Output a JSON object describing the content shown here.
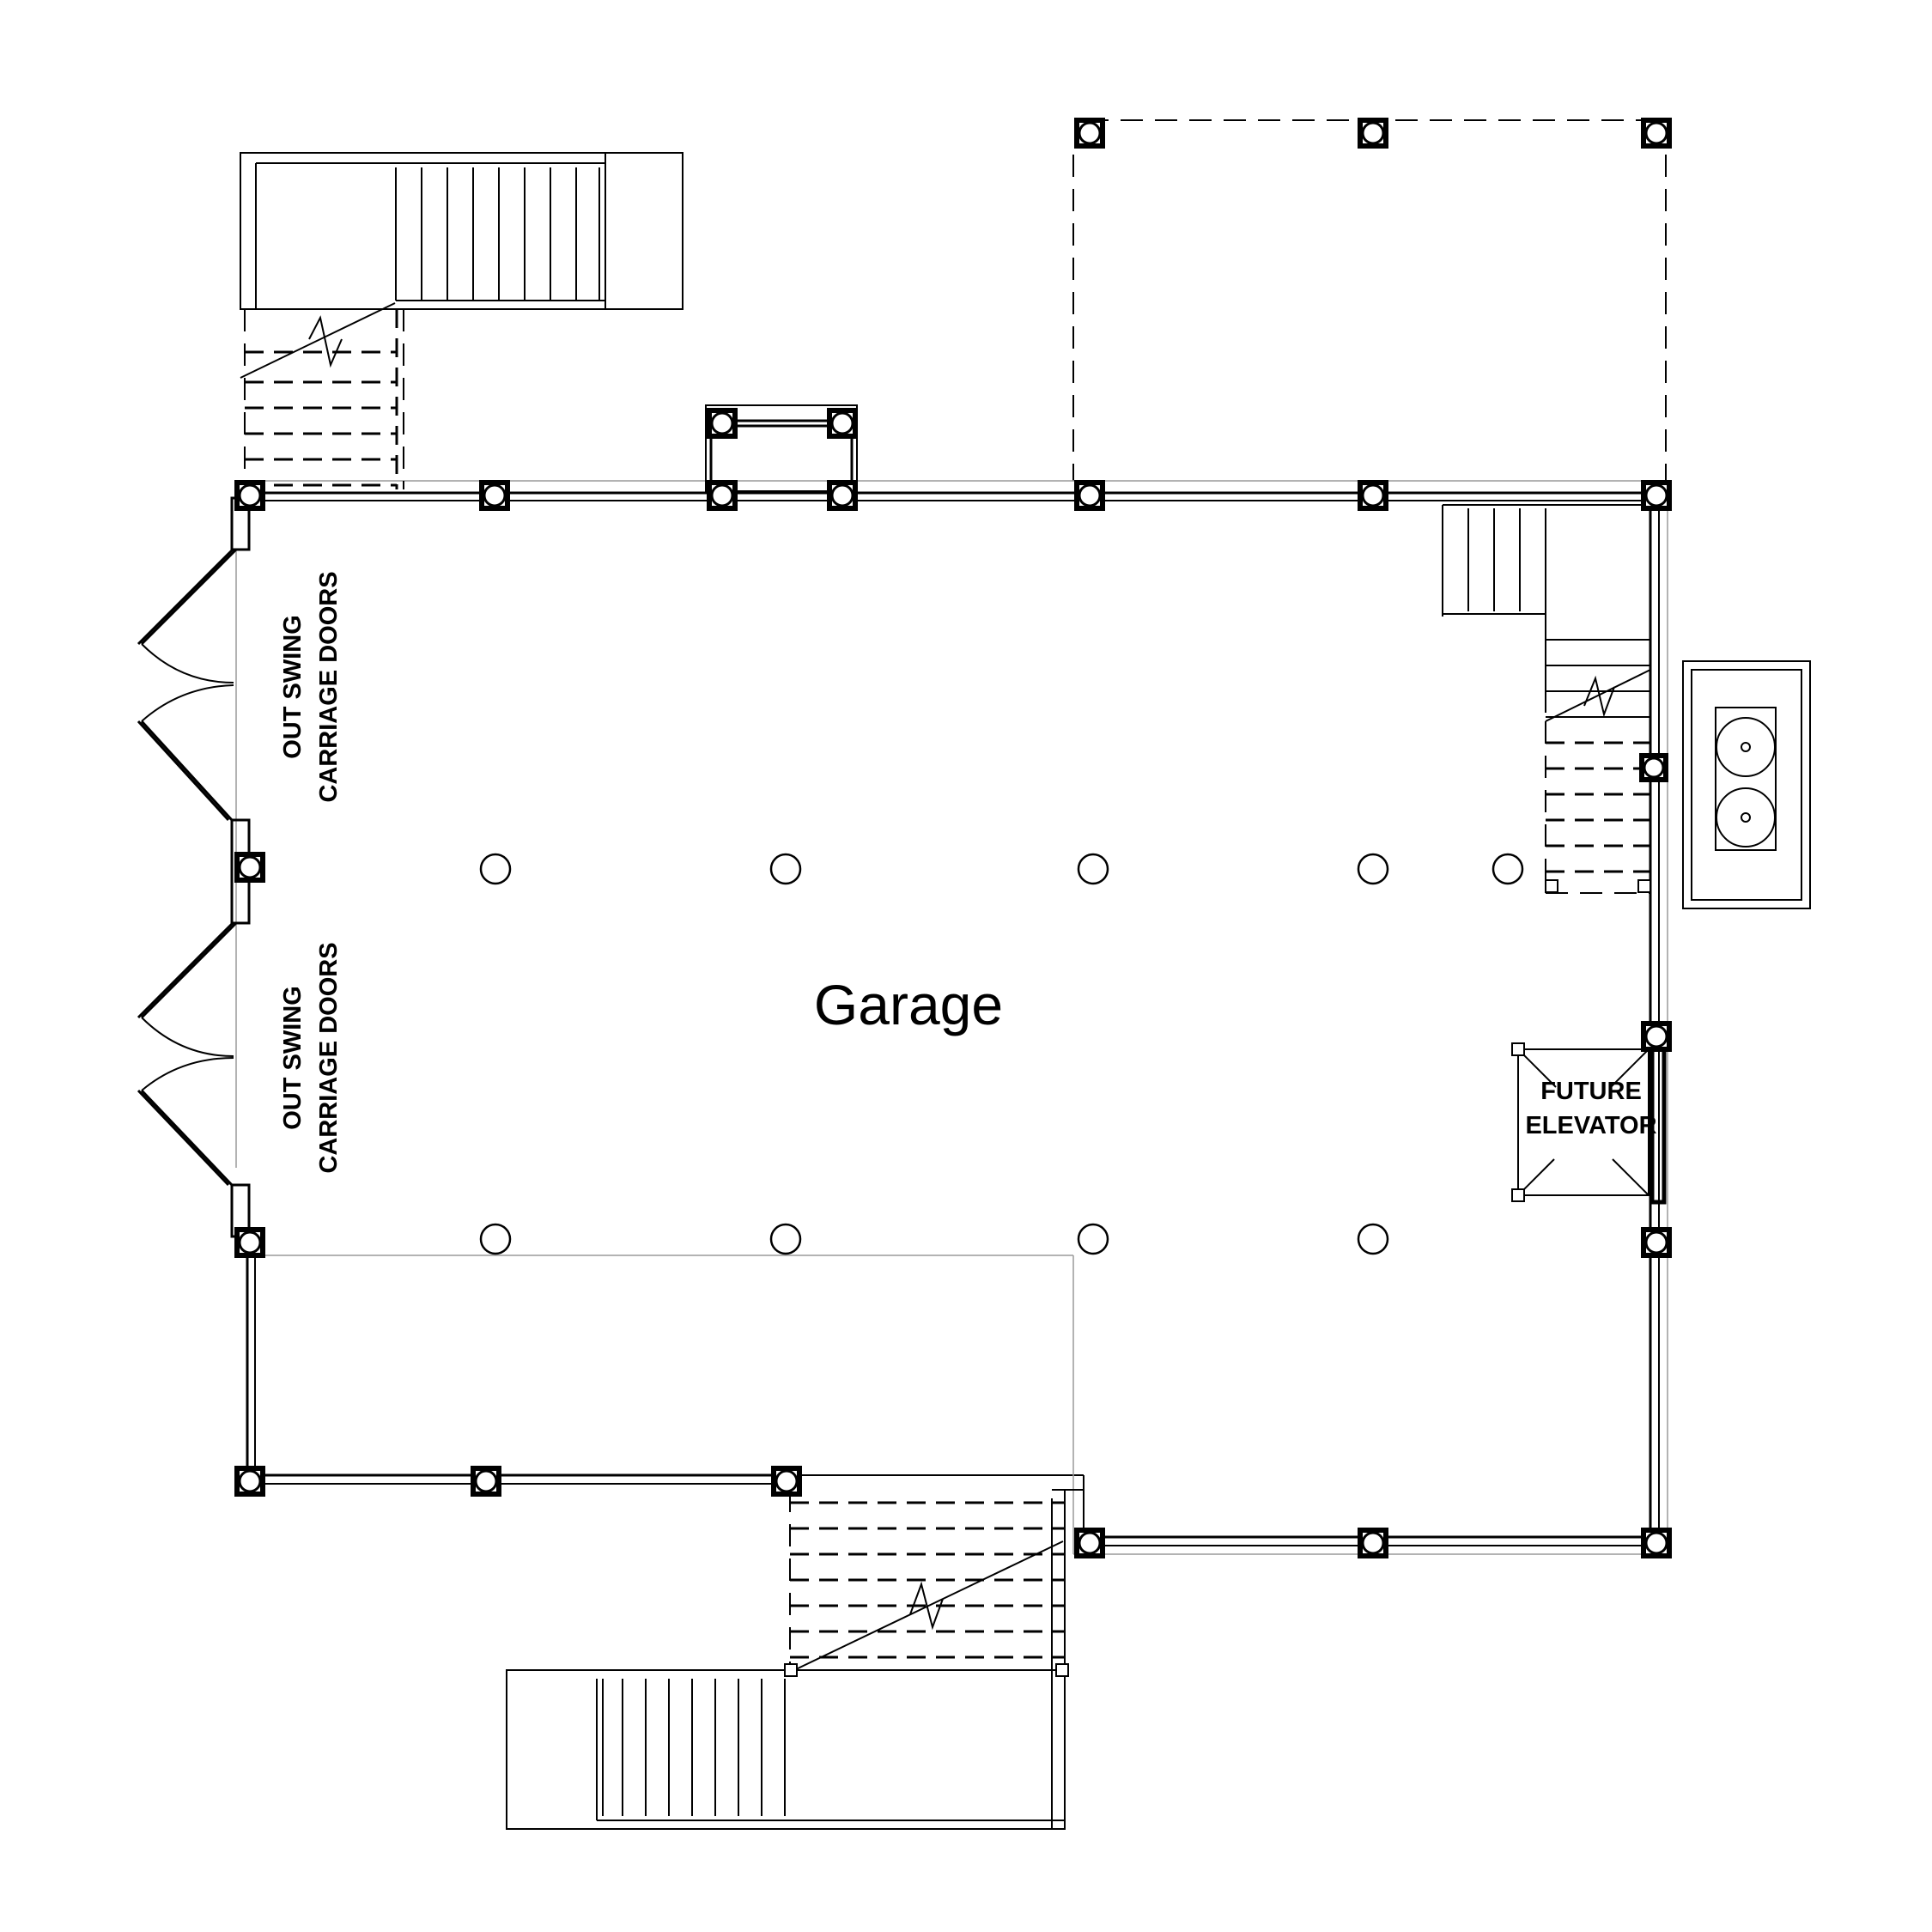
{
  "labels": {
    "room": "Garage",
    "carriage_top_line1": "OUT SWING",
    "carriage_top_line2": "CARRIAGE DOORS",
    "carriage_bottom_line1": "OUT SWING",
    "carriage_bottom_line2": "CARRIAGE DOORS",
    "elevator_line1": "FUTURE",
    "elevator_line2": "ELEVATOR"
  }
}
